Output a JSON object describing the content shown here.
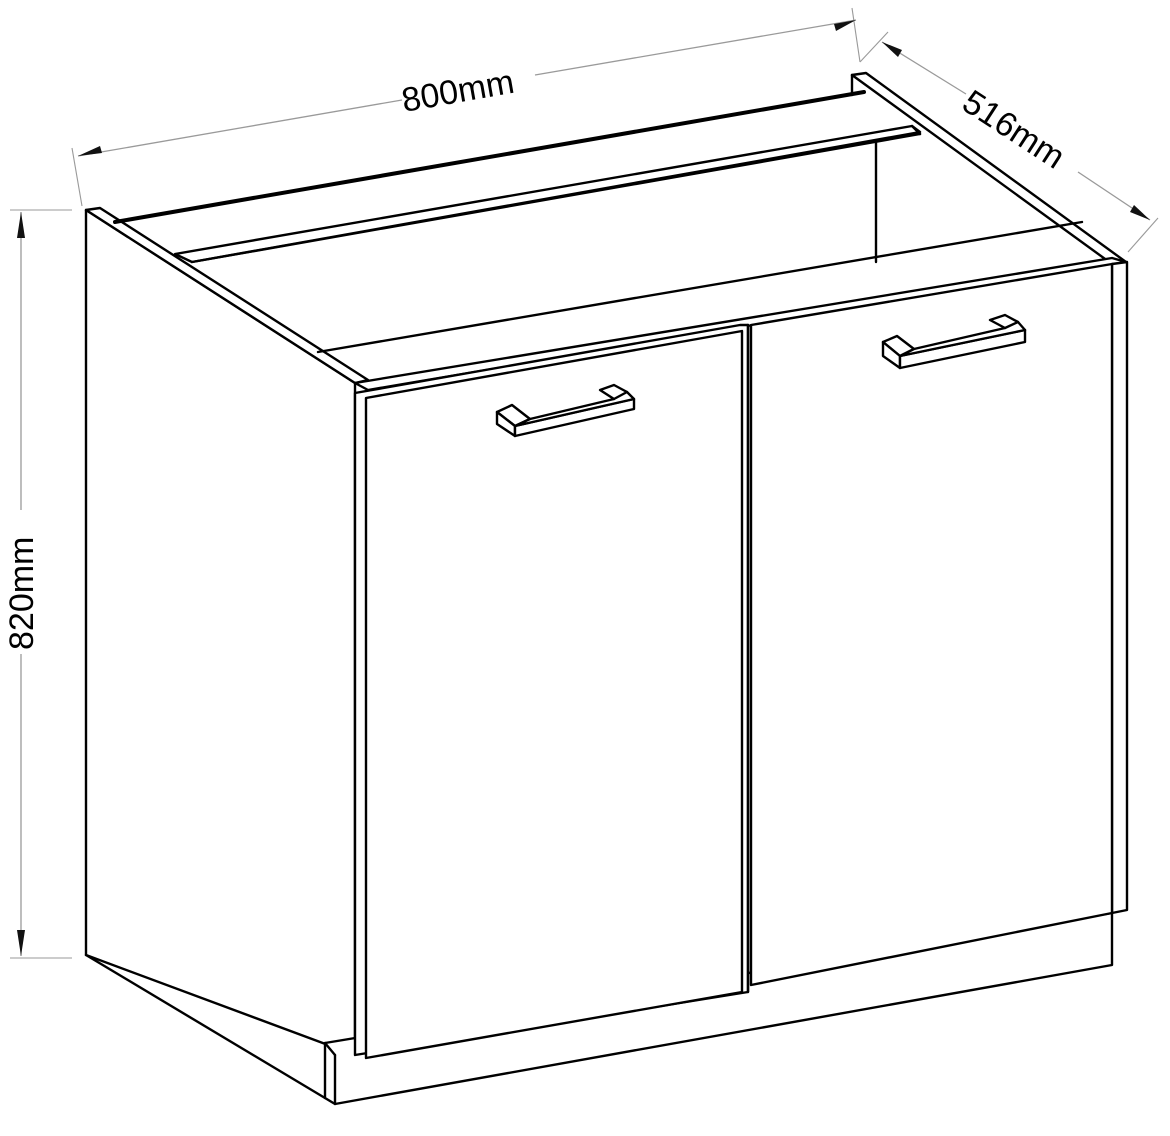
{
  "drawing": {
    "subject": "Kitchen base cabinet with two doors",
    "line_color": "#000000",
    "dimension_line_color": "#9a9a9a",
    "background": "#ffffff"
  },
  "dimensions": {
    "width": {
      "value": 800,
      "unit": "mm",
      "label": "800mm"
    },
    "depth": {
      "value": 516,
      "unit": "mm",
      "label": "516mm"
    },
    "height": {
      "value": 820,
      "unit": "mm",
      "label": "820mm"
    }
  },
  "parts": {
    "doors": [
      {
        "name": "left door",
        "handle": "bar handle"
      },
      {
        "name": "right door",
        "handle": "bar handle"
      }
    ],
    "side_panels": 2,
    "top_rails": 2,
    "plinth": "kickboard"
  }
}
